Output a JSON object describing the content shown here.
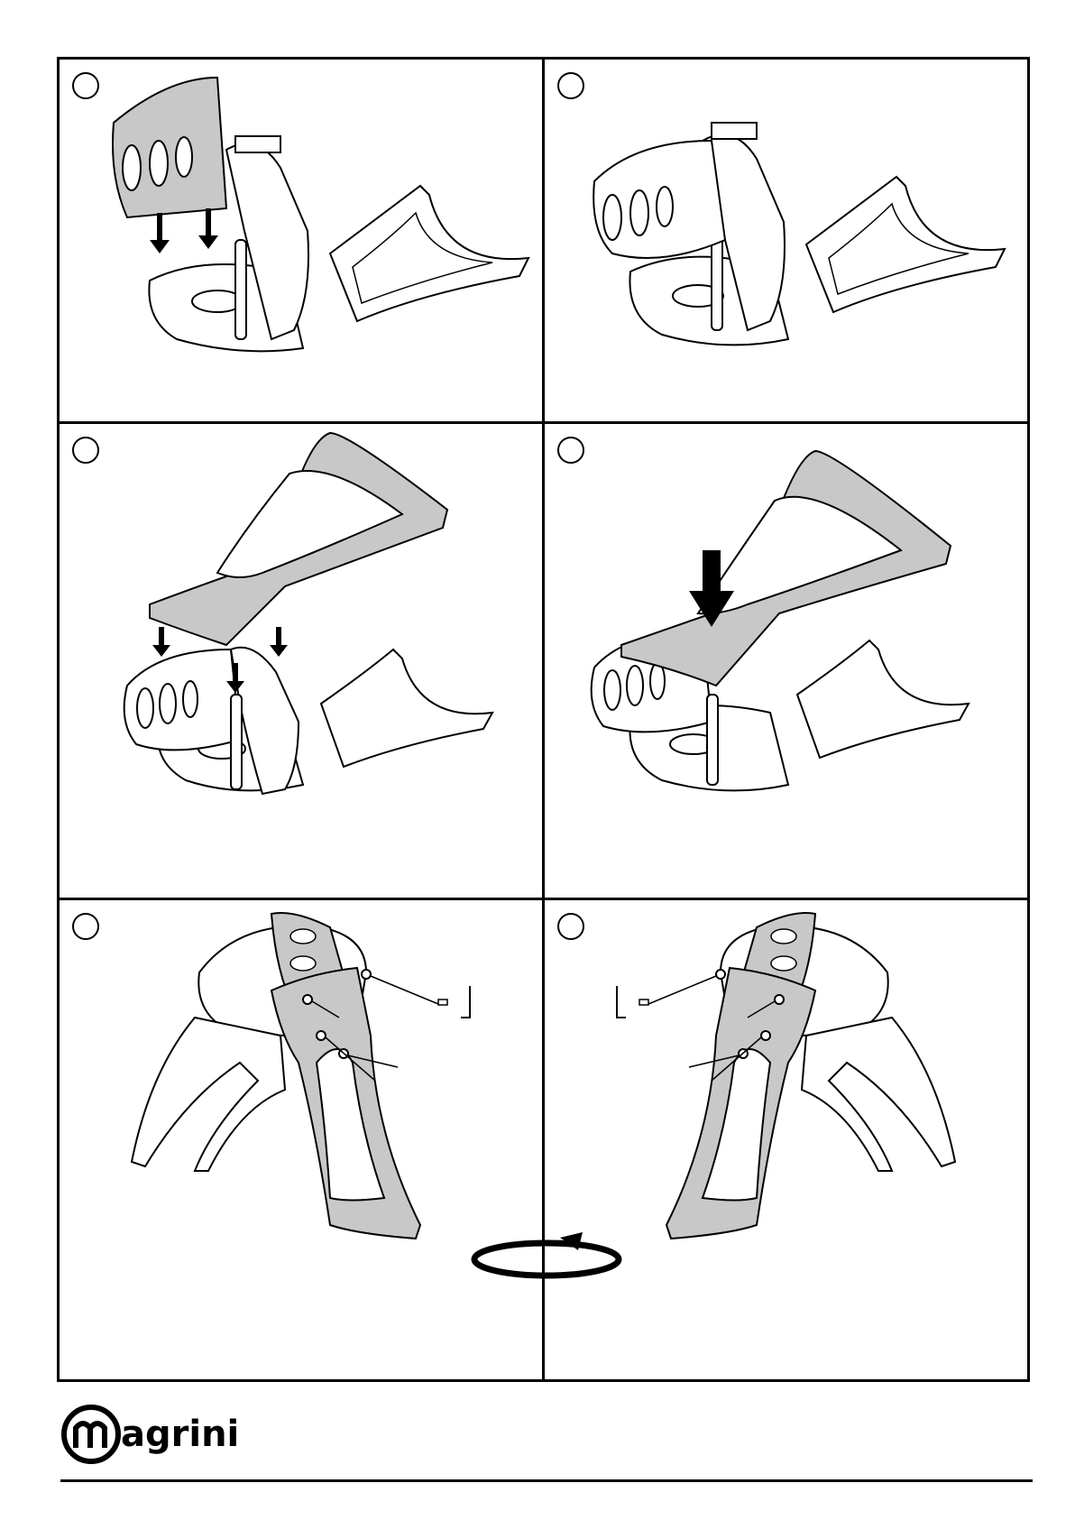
{
  "brand": {
    "logo_text": "magrini"
  },
  "colors": {
    "line": "#000000",
    "part_gray": "#c8c8c8",
    "part_light": "#ffffff",
    "background": "#ffffff"
  },
  "panels": [
    {
      "id": 1,
      "icon": "assembly-step-front-panel-icon"
    },
    {
      "id": 2,
      "icon": "assembly-step-front-attached-icon"
    },
    {
      "id": 3,
      "icon": "assembly-step-top-lower-icon"
    },
    {
      "id": 4,
      "icon": "assembly-step-top-press-icon"
    },
    {
      "id": 5,
      "icon": "assembly-step-screw-left-icon"
    },
    {
      "id": 6,
      "icon": "assembly-step-screw-right-icon"
    }
  ]
}
